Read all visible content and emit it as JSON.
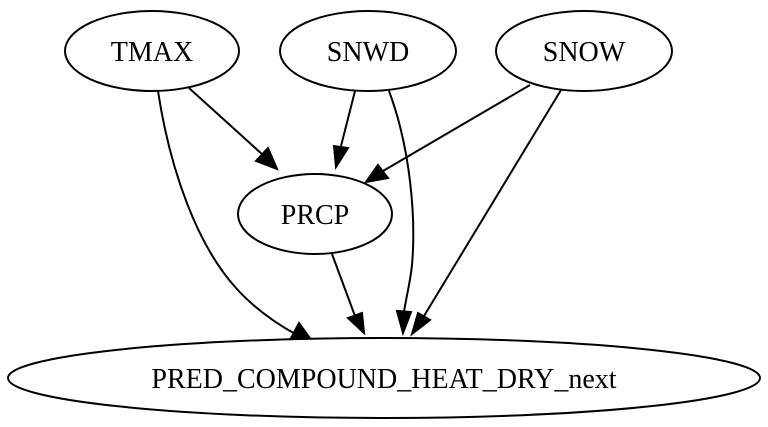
{
  "graph": {
    "nodes": [
      {
        "id": "TMAX",
        "label": "TMAX"
      },
      {
        "id": "SNWD",
        "label": "SNWD"
      },
      {
        "id": "SNOW",
        "label": "SNOW"
      },
      {
        "id": "PRCP",
        "label": "PRCP"
      },
      {
        "id": "PRED",
        "label": "PRED_COMPOUND_HEAT_DRY_next"
      }
    ],
    "edges": [
      {
        "from": "TMAX",
        "to": "PRCP"
      },
      {
        "from": "TMAX",
        "to": "PRED"
      },
      {
        "from": "SNWD",
        "to": "PRCP"
      },
      {
        "from": "SNWD",
        "to": "PRED"
      },
      {
        "from": "SNOW",
        "to": "PRCP"
      },
      {
        "from": "SNOW",
        "to": "PRED"
      },
      {
        "from": "PRCP",
        "to": "PRED"
      }
    ]
  }
}
